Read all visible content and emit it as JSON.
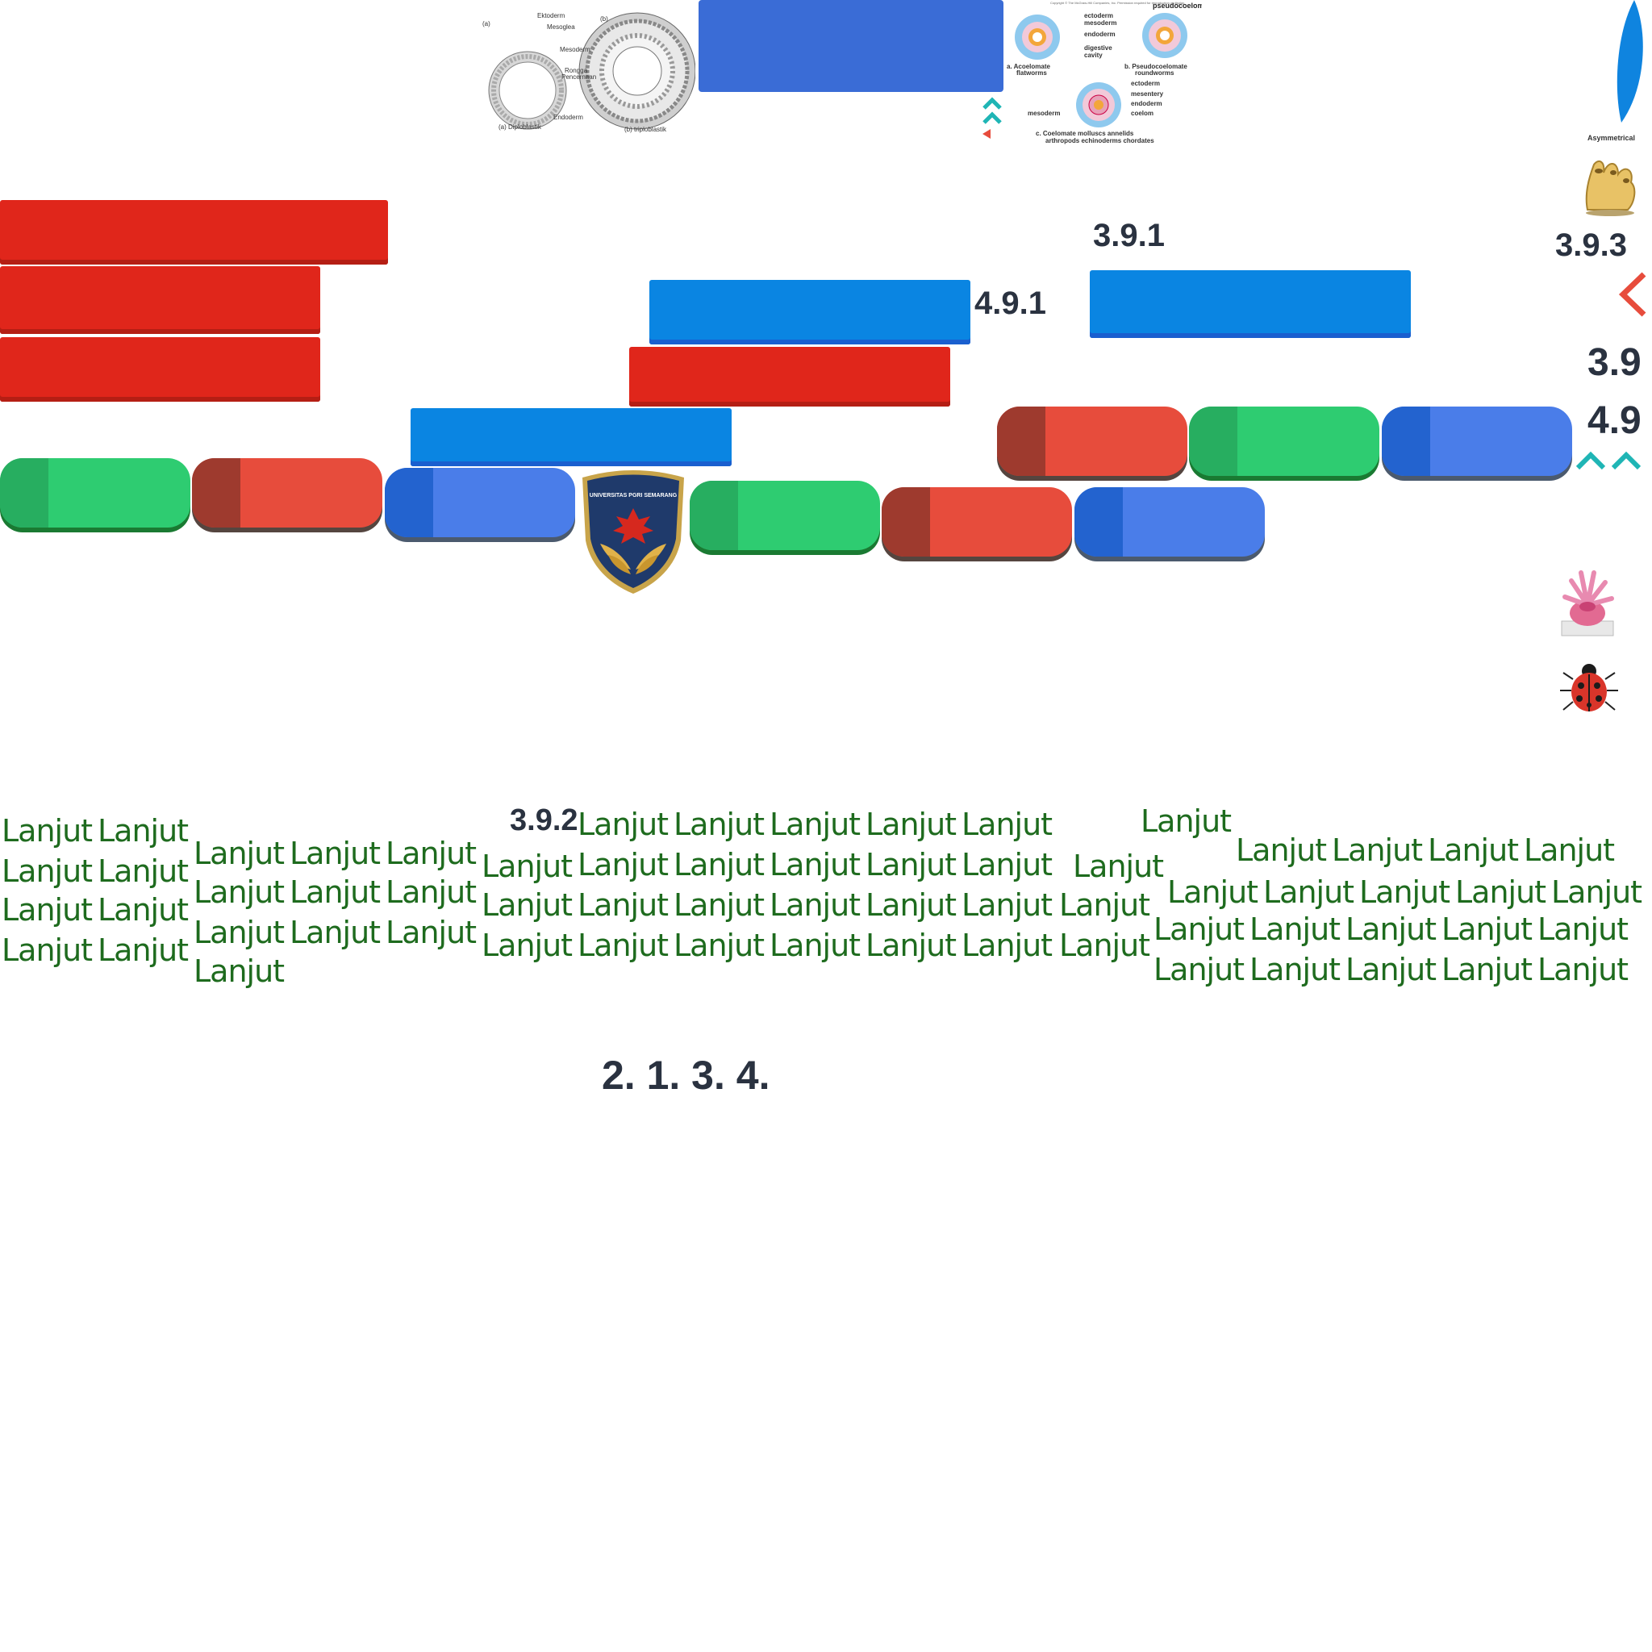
{
  "labels": {
    "l391": "3.9.1",
    "l491": "4.9.1",
    "l393": "3.9.3",
    "l39": "3.9",
    "l49": "4.9",
    "l392": "3.9.2",
    "order": "2. 1. 3. 4."
  },
  "lanjut_word": "Lanjut",
  "images": {
    "germ_layers_left": {
      "a": "(a)",
      "b": "(b)",
      "ektoderm": "Ektoderm",
      "mesoglea": "Mesoglea",
      "mesoderm": "Mesoderm",
      "rongga": "Rongga",
      "pencernaan": "Pencernaan",
      "endoderm": "Endoderm",
      "diplo": "(a) Diploblastik",
      "triplo": "(b) triploblastik"
    },
    "coelom_diagram": {
      "copyright": "Copyright © The McGraw-Hill Companies, Inc. Permission required for reproduction or display.",
      "pseudocoelom": "pseudocoelom",
      "ectoderm": "ectoderm",
      "mesoderm": "mesoderm",
      "endoderm": "endoderm",
      "digestive": "digestive",
      "cavity": "cavity",
      "a1": "a.  Acoelomate",
      "a2": "flatworms",
      "b1": "b.  Pseudocoelomate",
      "b2": "roundworms",
      "ectoderm2": "ectoderm",
      "mesentery": "mesentery",
      "endoderm2": "endoderm",
      "coelom": "coelom",
      "mesoderm2": "mesoderm",
      "c1": "c.  Coelomate molluscs annelids",
      "c2": "arthropods echinoderms chordates"
    },
    "asym_caption": "Asymmetrical",
    "logo_text": "UNIVERSITAS PGRI SEMARANG"
  },
  "colors": {
    "red": "#e0261b",
    "blue": "#0a85e2",
    "green": "#2ecc71",
    "text_green": "#1e6b1e",
    "label": "#2a3240",
    "teal": "#1fb5b5"
  },
  "icons": [
    "chevron-up-icon",
    "chevron-left-icon",
    "shield-logo",
    "ladybug-image",
    "sea-anemone-image",
    "sponge-image",
    "leaf-shape"
  ]
}
